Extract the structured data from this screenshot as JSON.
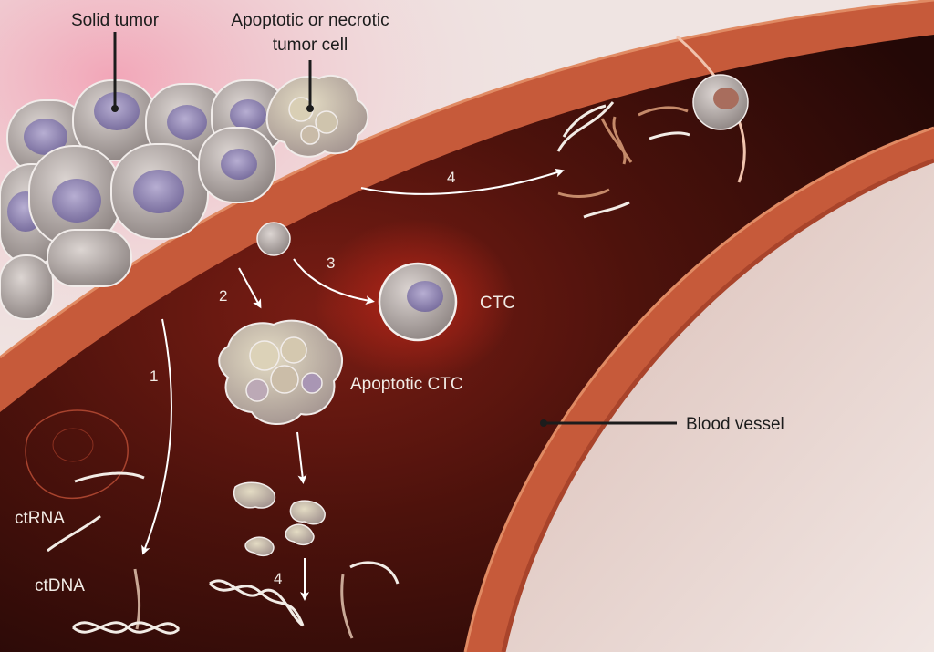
{
  "labels": {
    "solid_tumor": "Solid tumor",
    "apoptotic_line1": "Apoptotic or necrotic",
    "apoptotic_line2": "tumor cell",
    "ctc": "CTC",
    "apoptotic_ctc": "Apoptotic CTC",
    "blood_vessel": "Blood vessel",
    "ctrna": "ctRNA",
    "ctdna": "ctDNA"
  },
  "steps": {
    "s1": "1",
    "s2": "2",
    "s3": "3",
    "s4a": "4",
    "s4b": "4"
  },
  "colors": {
    "background": "#e8d7d4",
    "vessel_wall": "#c65a3a",
    "vessel_lumen": "#3a0e0a",
    "cell_body": "#b3aaa8",
    "nucleus": "#8f86b0",
    "arrow": "#ffffff"
  }
}
